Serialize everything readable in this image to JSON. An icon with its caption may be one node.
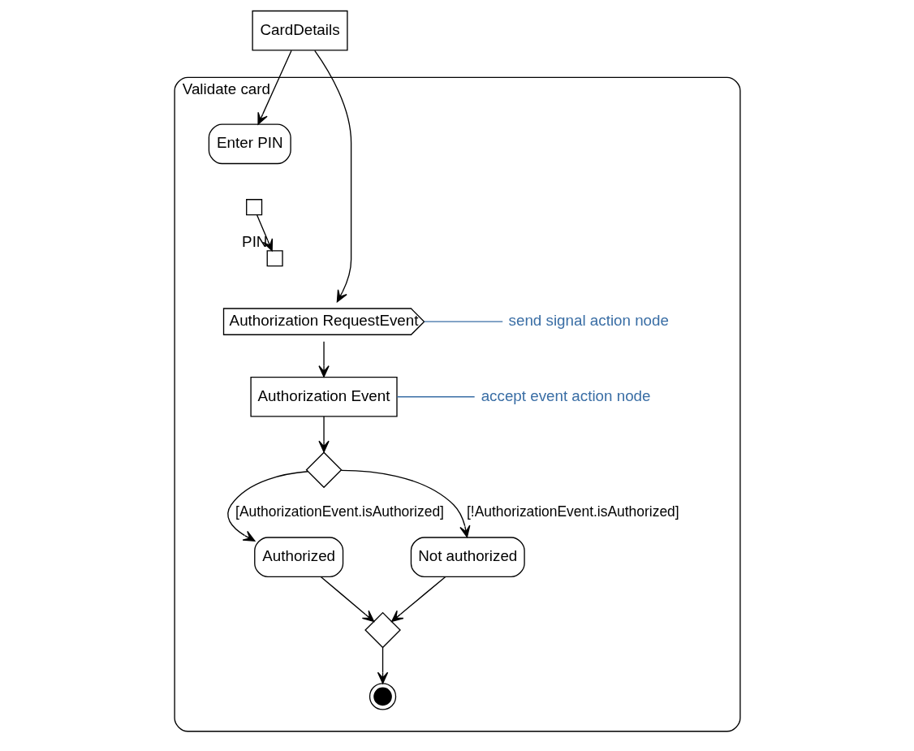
{
  "diagram": {
    "nodes": [
      {
        "text": [
          "Validate card"
        ]
      },
      {
        "text": [
          "CardDetails"
        ]
      },
      {
        "text": [
          "Enter PIN"
        ],
        "in": 0
      },
      {
        "text": [],
        "shape": "box",
        "in": 0
      },
      {
        "text": [],
        "shape": "box",
        "beside": [
          "PIN"
        ],
        "in": 0
      },
      {
        "text": [
          "Authorization RequestEvent"
        ],
        "in": 0
      },
      {
        "text": [
          "Authorization Event"
        ],
        "in": 0
      },
      {
        "text": [],
        "shape": "diamond",
        "in": 0
      },
      {
        "text": [
          "Authorized"
        ],
        "in": 0
      },
      {
        "text": [
          "Not authorized"
        ],
        "in": 0
      },
      {
        "text": [],
        "shape": "diamond",
        "in": 0
      },
      {
        "text": [],
        "shape": "circle",
        "in": 0
      },
      {
        "text": [
          "send signal action node"
        ],
        "in": 0
      },
      {
        "text": [
          "accept event action node"
        ],
        "in": 0
      }
    ],
    "edges": [
      {
        "from": 1,
        "to": 2,
        "arrow": "to"
      },
      {
        "from": 3,
        "to": 4,
        "arrow": "to"
      },
      {
        "from": 1,
        "to": 5,
        "arrow": "to"
      },
      {
        "from": 5,
        "to": 6,
        "arrow": "to"
      },
      {
        "from": 6,
        "to": 7,
        "arrow": "to"
      },
      {
        "from": 7,
        "to": 8,
        "arrow": "to",
        "label": "[AuthorizationEvent.isAuthorized]"
      },
      {
        "from": 7,
        "to": 9,
        "arrow": "to",
        "label": "[!AuthorizationEvent.isAuthorized]"
      },
      {
        "from": 8,
        "to": 10,
        "arrow": "to"
      },
      {
        "from": 9,
        "to": 10,
        "arrow": "to"
      },
      {
        "from": 10,
        "to": 11,
        "arrow": "to"
      },
      {
        "from": 12,
        "to": 5,
        "arrow": "none",
        "color": "#3a6ea5"
      },
      {
        "from": 13,
        "to": 6,
        "arrow": "none",
        "color": "#3a6ea5"
      }
    ]
  }
}
